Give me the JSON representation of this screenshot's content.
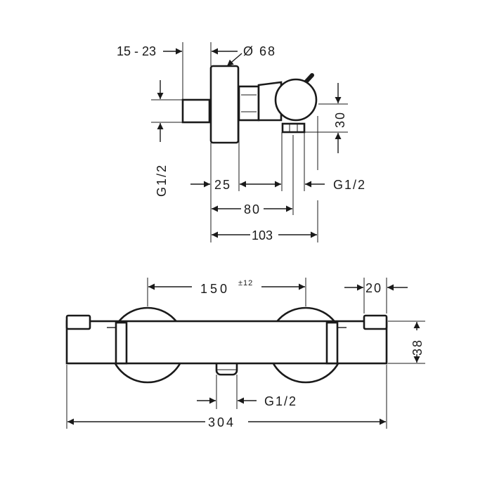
{
  "top_view": {
    "dim_offset": "15 - 23",
    "dim_diameter": "Ø 68",
    "dim_inlet_thread_left": "G1/2",
    "dim_height_30": "30",
    "dim_25": "25",
    "dim_outlet_thread": "G1/2",
    "dim_80": "80",
    "dim_103": "103"
  },
  "front_view": {
    "dim_150": "150",
    "dim_150_tolerance": "±12",
    "dim_20": "20",
    "dim_38": "38",
    "dim_outlet_thread": "G1/2",
    "dim_304": "304"
  }
}
